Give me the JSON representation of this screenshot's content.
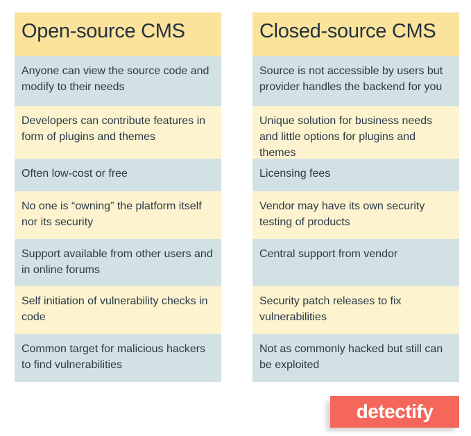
{
  "columns": [
    {
      "title": "Open-source CMS",
      "rows": [
        "Anyone can view the source code and modify to their needs",
        "Developers can contribute features in form of plugins and themes",
        "Often low-cost or free",
        "No one is “owning” the platform itself nor its security",
        "Support available from other users and in online forums",
        "Self initiation of vulnerability checks in code",
        "Common target for malicious hackers to find vulnerabilities"
      ]
    },
    {
      "title": "Closed-source CMS",
      "rows": [
        "Source is not accessible by users but provider handles the backend for you",
        "Unique solution for business needs and little options for plugins and themes",
        "Licensing fees",
        "Vendor may have its own security testing of products",
        "Central support from vendor",
        "Security patch releases to fix vulnerabilities",
        "Not as commonly hacked but still can be exploited"
      ]
    }
  ],
  "brand": {
    "logo_text": "detectify",
    "logo_color": "#f5675b",
    "header_color": "#fbe39b",
    "row_blue": "#d2e1e3",
    "row_yellow": "#fdf3cf"
  }
}
